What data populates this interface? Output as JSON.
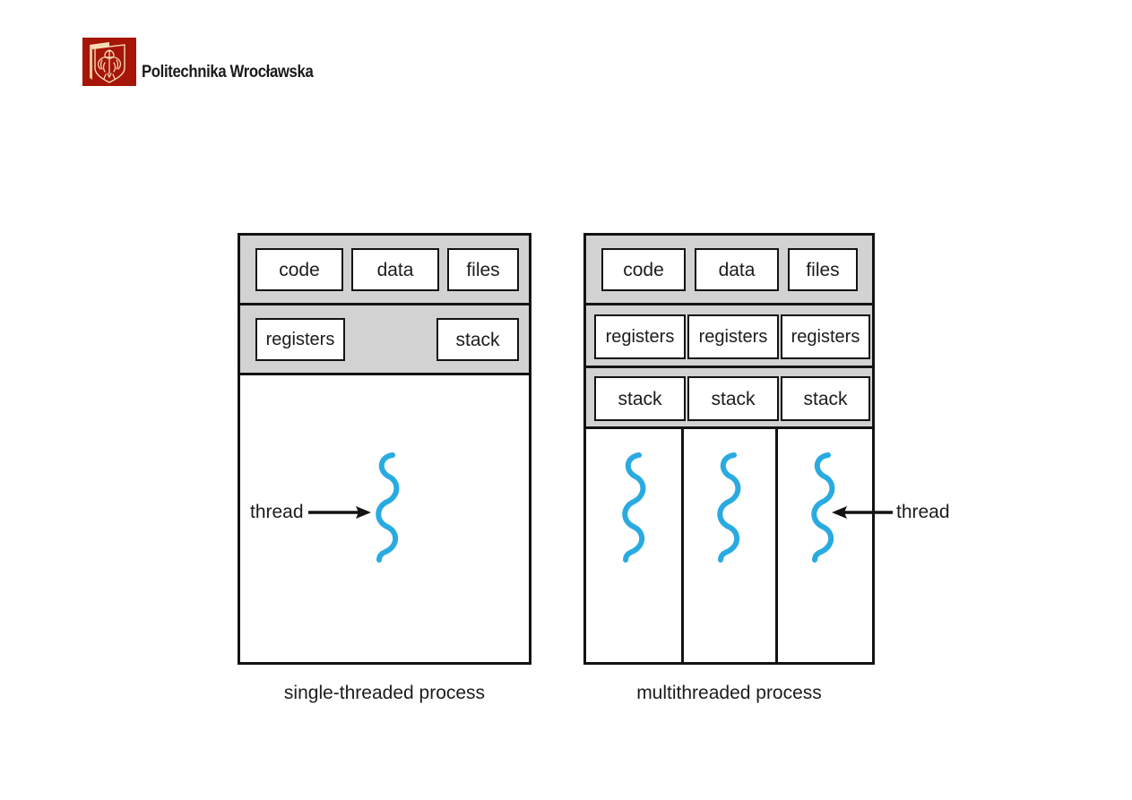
{
  "brand": {
    "title": "Politechnika Wrocławska",
    "logo_icon": "wroclaw-university-eagle-shield-icon",
    "logo_bg": "#a51508",
    "logo_fg": "#f6d9b0"
  },
  "figure": {
    "accent_thread_color": "#29abe2",
    "band_color": "#d2d2d2",
    "line_color": "#131313",
    "single": {
      "caption": "single-threaded process",
      "shared_row": [
        {
          "label": "code"
        },
        {
          "label": "data"
        },
        {
          "label": "files"
        }
      ],
      "thread_row": [
        {
          "label": "registers"
        },
        {
          "label": "stack"
        }
      ],
      "thread_count": 1,
      "annotation": {
        "label": "thread",
        "arrow_direction": "right"
      }
    },
    "multi": {
      "caption": "multithreaded process",
      "shared_row": [
        {
          "label": "code"
        },
        {
          "label": "data"
        },
        {
          "label": "files"
        }
      ],
      "columns": [
        {
          "registers": "registers",
          "stack": "stack"
        },
        {
          "registers": "registers",
          "stack": "stack"
        },
        {
          "registers": "registers",
          "stack": "stack"
        }
      ],
      "thread_count": 3,
      "annotation": {
        "label": "thread",
        "arrow_direction": "left"
      }
    }
  }
}
